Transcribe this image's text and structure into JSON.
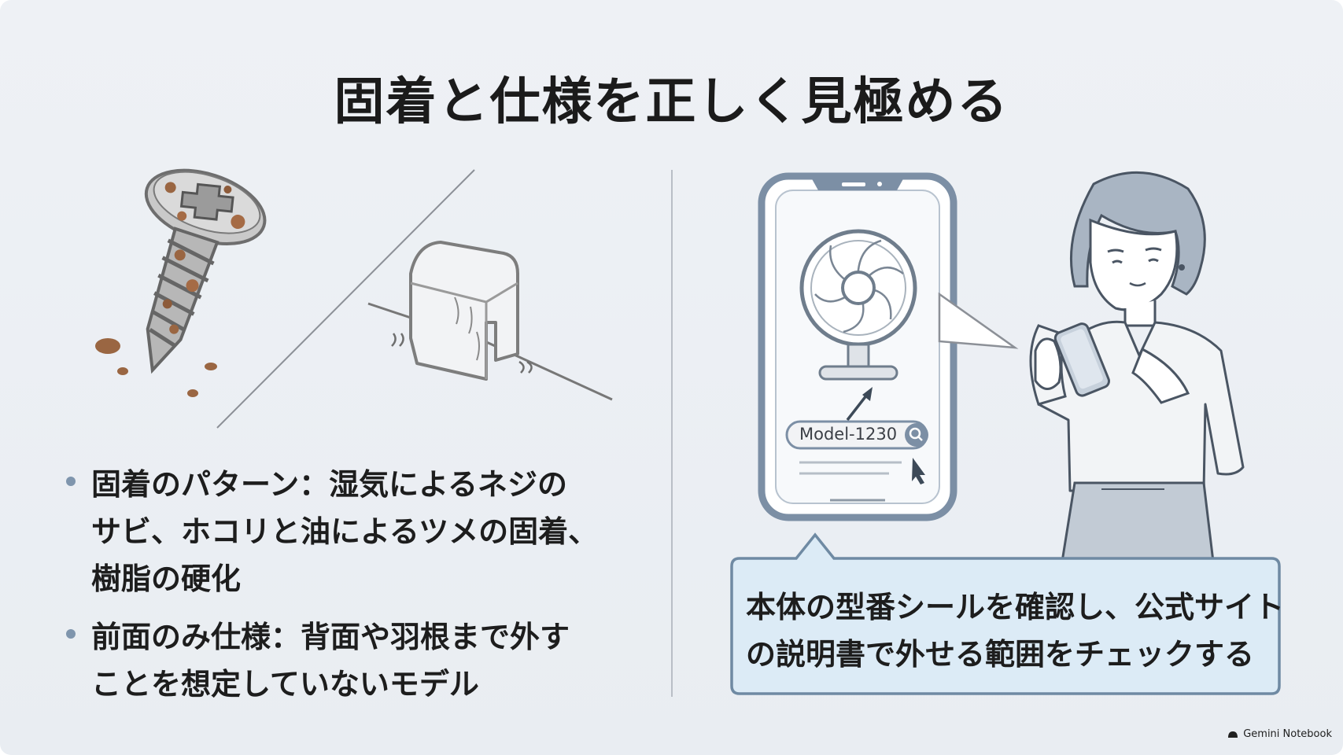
{
  "title": "固着と仕様を正しく見極める",
  "bullets": [
    {
      "text": "固着のパターン：湿気によるネジの\nサビ、ホコリと油によるツメの固着、\n樹脂の硬化"
    },
    {
      "text": "前面のみ仕様：背面や羽根まで外す\nことを想定していないモデル"
    }
  ],
  "phone": {
    "search_value": "Model-1230"
  },
  "callout": {
    "text": "本体の型番シールを確認し、公式サイト\nの説明書で外せる範囲をチェックする"
  },
  "credit": {
    "text": "Gemini Notebook",
    "icon": "gemini-logo-icon"
  },
  "colors": {
    "background": "#eef1f5",
    "title": "#1b1b1b",
    "bullet_dot": "#7f95ad",
    "callout_fill": "#dcebf6",
    "callout_border": "#6f8aa3",
    "phone_frame": "#7c8fa5",
    "rust": "#9a6642"
  }
}
